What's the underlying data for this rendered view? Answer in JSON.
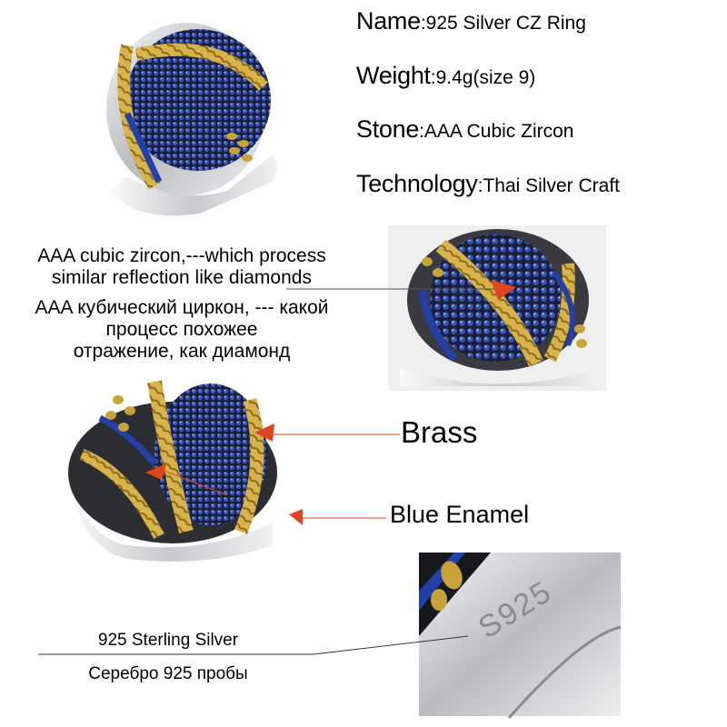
{
  "specs": {
    "name_key": "Name",
    "name_value": ":925 Silver CZ Ring",
    "weight_key": "Weight",
    "weight_value": ":9.4g(size 9)",
    "stone_key": "Stone",
    "stone_value": ":AAA Cubic Zircon",
    "technology_key": "Technology",
    "technology_value": ":Thai Silver Craft"
  },
  "zircon_note": {
    "en_line1": "AAA cubic zircon,---which process",
    "en_line2": "similar reflection like diamonds",
    "ru_line1": "AAA кубический циркон, --- какой",
    "ru_line2": "процесс похожее",
    "ru_line3": "отражение, как диамонд"
  },
  "labels": {
    "brass": "Brass",
    "enamel": "Blue Enamel",
    "silver_en": "925 Sterling Silver",
    "silver_ru": "Серебро 925 пробы"
  },
  "stamp_text": "S925",
  "colors": {
    "arrow": "#e0451f",
    "gold": "#c9a23a",
    "stone_blue": "#26408c",
    "enamel_blue": "#1f3a9e",
    "silver": "#d9dadc"
  }
}
